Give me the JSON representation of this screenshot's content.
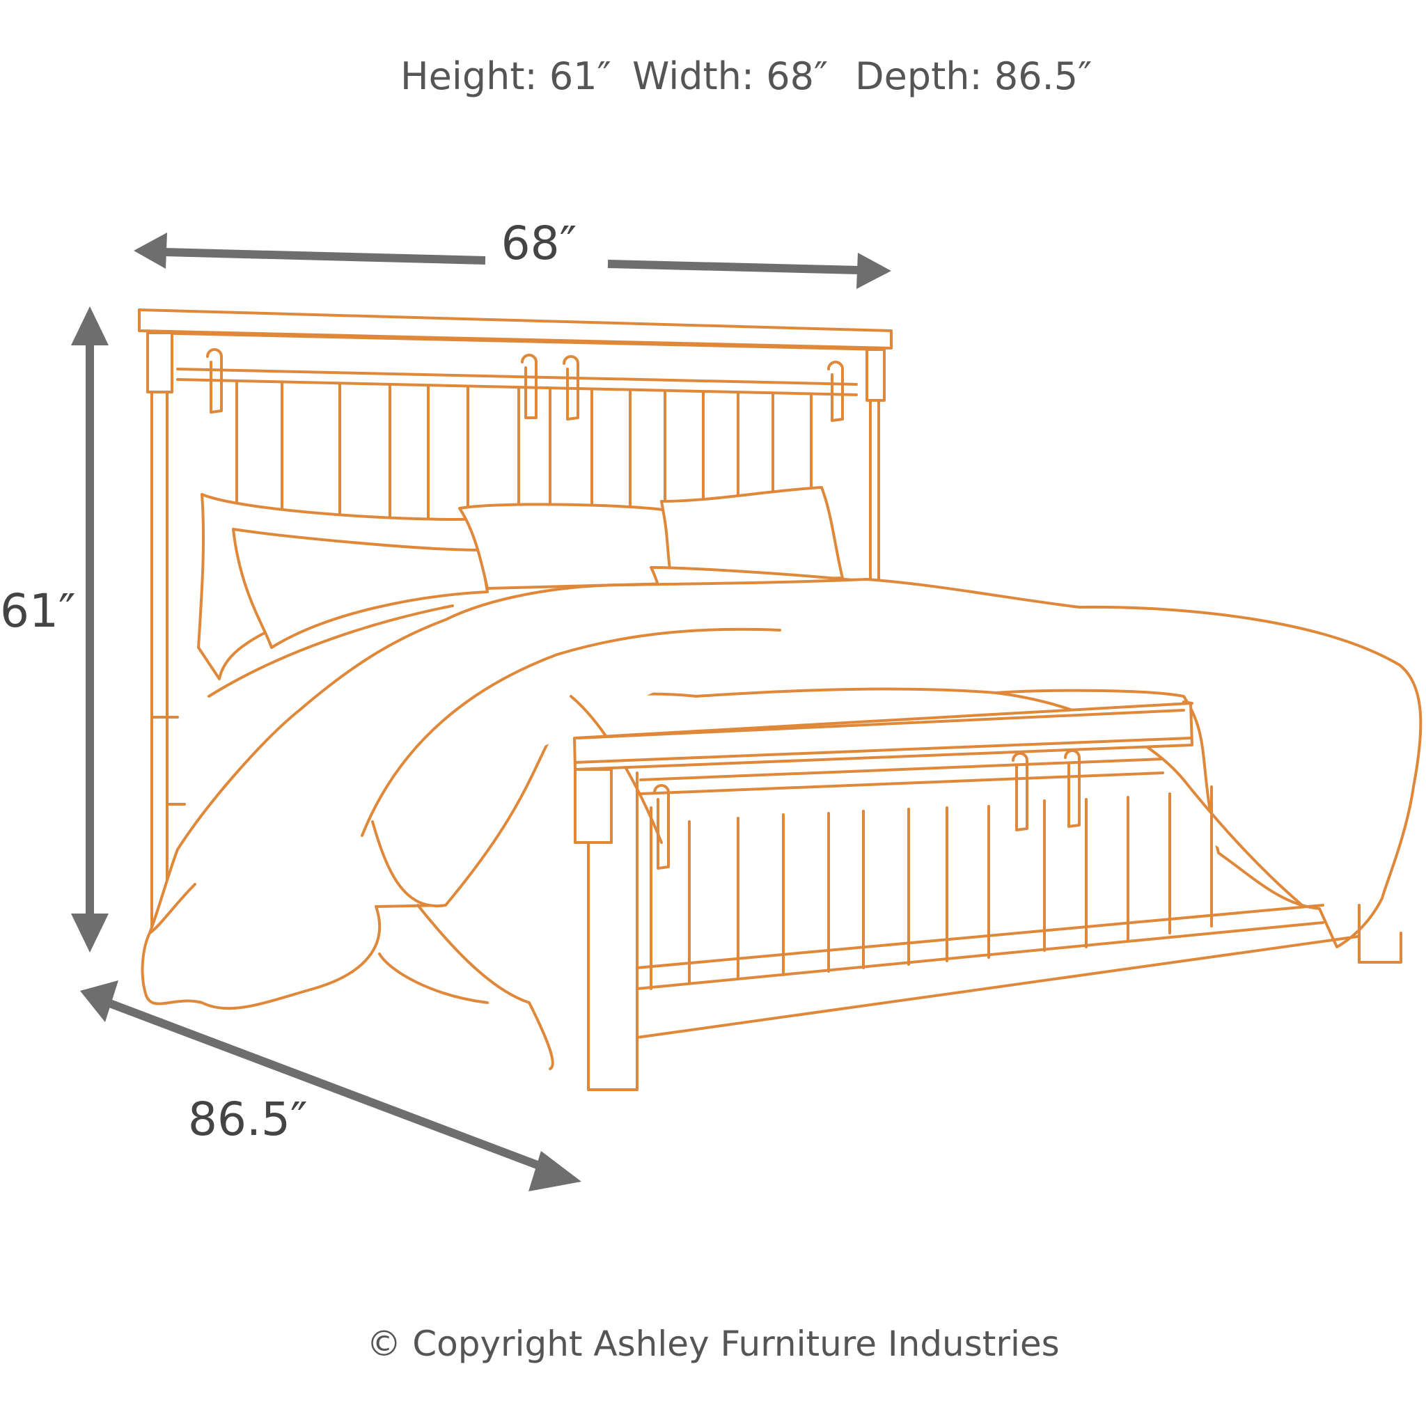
{
  "header": {
    "height": "Height: 61″",
    "width": "Width: 68″",
    "depth": "Depth: 86.5″"
  },
  "dimensions": {
    "width_label": "68″",
    "height_label": "61″",
    "depth_label": "86.5″"
  },
  "footer": {
    "copyright": "© Copyright Ashley Furniture Industries"
  },
  "colors": {
    "outline": "#E0883A",
    "arrow": "#6E6E6E",
    "text": "#555555"
  }
}
